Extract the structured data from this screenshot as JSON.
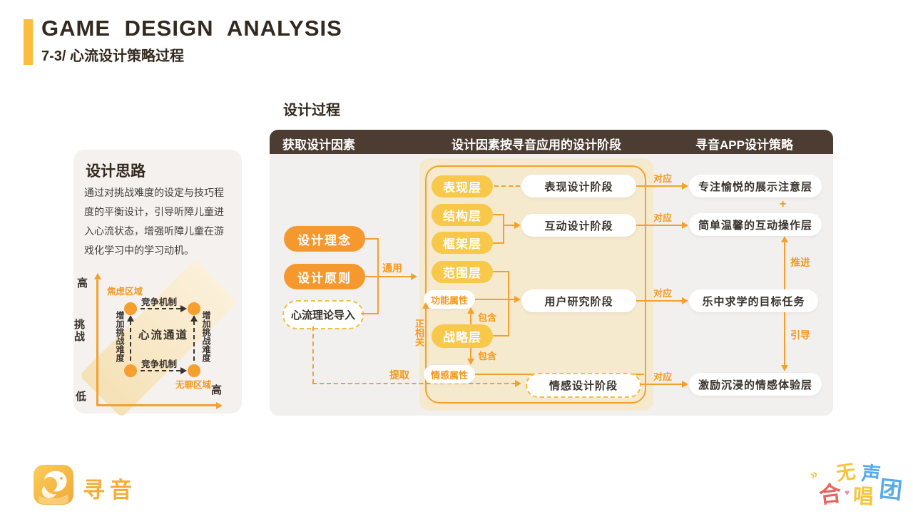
{
  "header": {
    "title": "GAME DESIGN ANALYSIS",
    "subtitle": "7-3/ 心流设计策略过程"
  },
  "design_thinking": {
    "title": "设计思路",
    "body": "通过对挑战难度的设定与技巧程度的平衡设计，引导听障儿童进入心流状态，增强听障儿童在游戏化学习中的学习动机。",
    "chart": {
      "y_top": "高",
      "y_label": "挑战",
      "y_bottom": "低",
      "x_right": "高",
      "zone_anxiety": "焦虑区域",
      "zone_boredom": "无聊区域",
      "channel": "心流通道",
      "mech_label": "竞争机制",
      "difficulty_label": "增加挑战难度"
    }
  },
  "process": {
    "title": "设计过程",
    "columns": [
      "获取设计因素",
      "设计因素按寻音应用的设计阶段",
      "寻音APP设计策略"
    ],
    "sources": [
      "设计理念",
      "设计原则",
      "心流理论导入"
    ],
    "layers": [
      "表现层",
      "结构层",
      "框架层",
      "范围层",
      "战略层"
    ],
    "attributes": [
      "功能属性",
      "情感属性"
    ],
    "stages": [
      "表现设计阶段",
      "互动设计阶段",
      "用户研究阶段",
      "情感设计阶段"
    ],
    "strategies": [
      "专注愉悦的展示注意层",
      "简单温馨的互动操作层",
      "乐中求学的目标任务",
      "激励沉浸的情感体验层"
    ],
    "labels": {
      "general": "通用",
      "extract": "提取",
      "contain": "包含",
      "positive_corr": "正相关",
      "correspond": "对应",
      "advance": "推进",
      "guide": "引导",
      "plus": "+"
    }
  },
  "footer": {
    "app_name": "寻音",
    "choir": {
      "c1": "无",
      "c2": "声",
      "c3": "合",
      "c4": "唱",
      "c5": "团",
      "marks": "»",
      "heart": "♥"
    }
  },
  "colors": {
    "accent_orange": "#F5A02E",
    "pill_orange": "#F5992F",
    "pill_yellow": "#F8C84B",
    "header_brown": "#4C3C31",
    "panel_gray": "#F2F0EE",
    "cream": "#F5E9CE",
    "dark_text": "#3A332D",
    "title_yellow_bar": "#FBBE3C"
  }
}
